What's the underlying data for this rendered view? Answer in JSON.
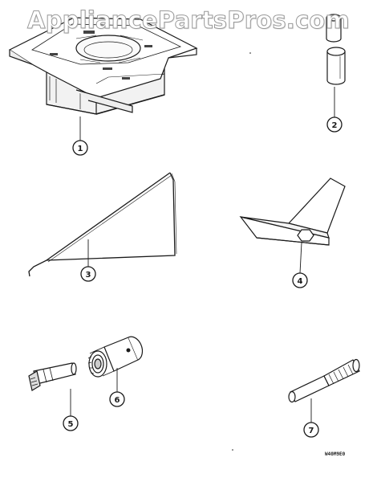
{
  "watermark": "AppliancePartsPros.com",
  "diagram_code": "W40M9E0",
  "parts": [
    {
      "number": "1",
      "icon": "gauge-plate-icon"
    },
    {
      "number": "2",
      "icon": "sleeve-tubes-icon"
    },
    {
      "number": "3",
      "icon": "wire-hook-tool-icon"
    },
    {
      "number": "4",
      "icon": "bent-wrench-plate-icon"
    },
    {
      "number": "5",
      "icon": "hex-bit-icon"
    },
    {
      "number": "6",
      "icon": "socket-icon"
    },
    {
      "number": "7",
      "icon": "drive-pin-icon"
    }
  ],
  "colors": {
    "ink": "#1a1a1a",
    "watermark_outline": "#9a9a9a"
  }
}
